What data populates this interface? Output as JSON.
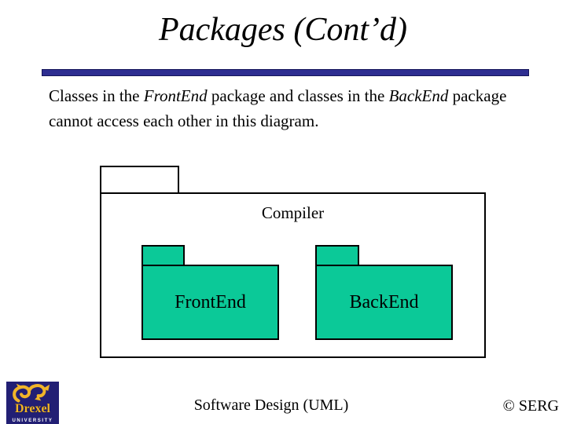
{
  "slide": {
    "title": "Packages (Cont’d)",
    "body": {
      "segments": [
        {
          "text": "Classes in the ",
          "italic": false
        },
        {
          "text": "FrontEnd",
          "italic": true
        },
        {
          "text": " package and classes in the ",
          "italic": false
        },
        {
          "text": "BackEnd",
          "italic": true
        },
        {
          "text": " package cannot access each other in this diagram.",
          "italic": false
        }
      ]
    },
    "diagram": {
      "outer_label": "Compiler",
      "packages": [
        {
          "label": "FrontEnd"
        },
        {
          "label": "BackEnd"
        }
      ]
    },
    "footer": {
      "logo": {
        "name": "Drexel",
        "subtitle": "UNIVERSITY"
      },
      "center": "Software Design (UML)",
      "copyright": "© SERG"
    },
    "colors": {
      "accent_divider": "#2E2E91",
      "divider_border": "#15155A",
      "package_fill": "#0BC998",
      "logo_navy": "#221F74",
      "logo_gold": "#F0B429"
    }
  }
}
